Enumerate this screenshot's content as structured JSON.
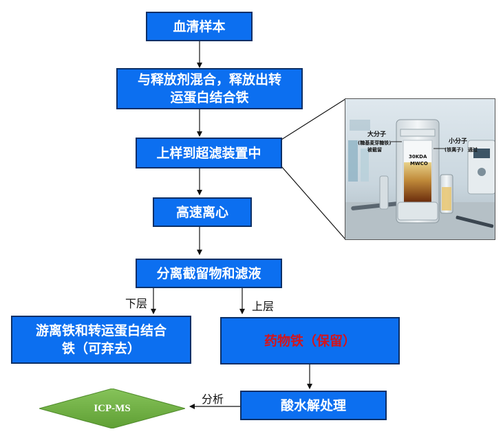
{
  "steps": {
    "serum": "血清样本",
    "release_line1": "与释放剂混合，释放出转",
    "release_line2": "运蛋白结合铁",
    "ultrafilter": "上样到超滤装置中",
    "centrifuge": "高速离心",
    "separate": "分离截留物和滤液",
    "lower_line1": "游离铁和转运蛋白结合",
    "lower_line2": "铁（可弃去）",
    "upper": "药物铁（保留）",
    "acid": "酸水解处理",
    "icpms": "ICP-MS"
  },
  "edge_labels": {
    "lower": "下层",
    "upper": "上层",
    "analysis": "分析"
  },
  "photo": {
    "big_molecule": "大分子",
    "big_molecule_note": "(糖基麦芽糖铁)",
    "retained": "被截留",
    "small_molecule": "小分子",
    "small_molecule_note": "(铁离子)",
    "passes": "通过",
    "device_label": "30KDA",
    "device_sublabel": "MWCO"
  },
  "colors": {
    "box_fill": "#0c6ff0",
    "box_border": "#0b2f66",
    "retained_text": "#d4141b",
    "icpms_fill": "#6aab3c"
  }
}
